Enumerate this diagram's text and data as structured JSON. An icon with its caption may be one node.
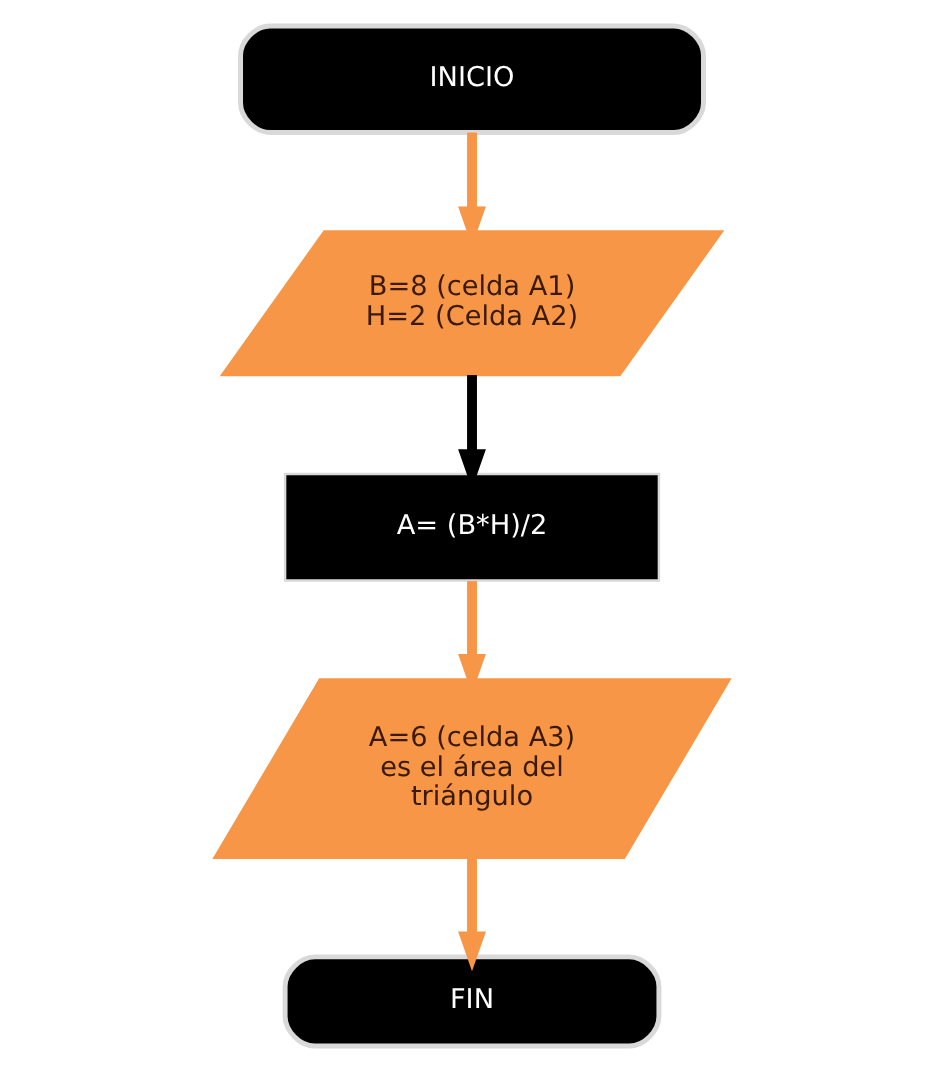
{
  "diagram": {
    "nodes": [
      {
        "text": [
          "INICIO"
        ]
      },
      {
        "text": [
          "B=8 (celda A1)",
          "H=2 (Celda A2)"
        ]
      },
      {
        "text": [
          "A= (B*H)/2"
        ]
      },
      {
        "text": [
          "A=6 (celda A3) es el área del triángulo"
        ]
      },
      {
        "text": [
          "FIN"
        ]
      }
    ],
    "edges": [
      {
        "from": 0,
        "to": 1,
        "arrow": "to"
      },
      {
        "from": 1,
        "to": 2,
        "arrow": "to",
        "color": "#000000"
      },
      {
        "from": 2,
        "to": 3,
        "arrow": "to"
      },
      {
        "from": 3,
        "to": 4,
        "arrow": "to"
      }
    ]
  }
}
